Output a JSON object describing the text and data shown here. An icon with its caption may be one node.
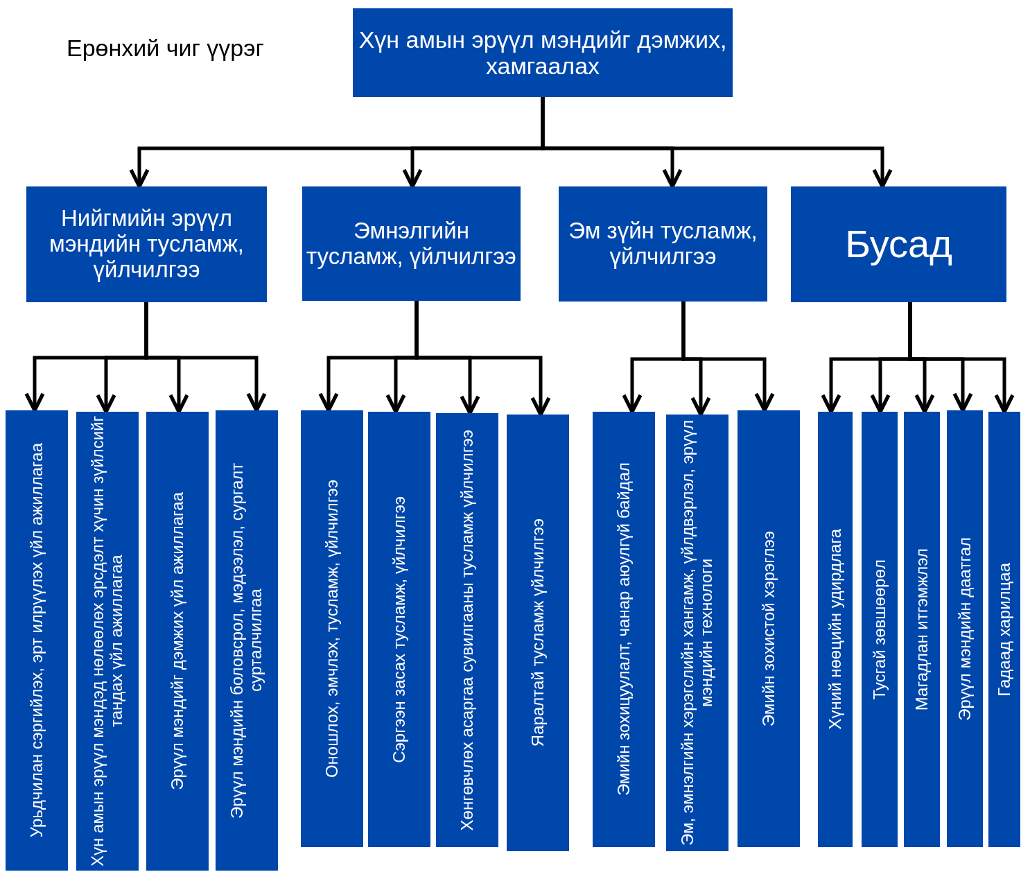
{
  "diagram": {
    "nodes": [
      {
        "text": [
          "Хүн амын эрүүл мэндийг дэмжих, хамгаалах"
        ]
      },
      {
        "text": [
          "Нийгмийн эрүүл мэндийн тусламж, үйлчилгээ"
        ]
      },
      {
        "text": [
          "Эмнэлгийн тусламж, үйлчилгээ"
        ]
      },
      {
        "text": [
          "Эм зүйн тусламж, үйлчилгээ"
        ]
      },
      {
        "text": [
          "Бусад"
        ]
      },
      {
        "text": [
          "Урьдчилан сэргийлэх, эрт илрүүлэх үйл ажиллагаа"
        ]
      },
      {
        "text": [
          "Хүн амын эрүүл мэндэд нөлөөлөх эрсдэлт хүчин зүйлсийг тандах үйл ажиллагаа"
        ]
      },
      {
        "text": [
          "Эрүүл мэндийг дэмжих үйл ажиллагаа"
        ]
      },
      {
        "text": [
          "Эрүүл мэндийн боловсрол, мэдээлэл, сургалт сурталчилгаа"
        ]
      },
      {
        "text": [
          "Оношлох, эмчлэх, тусламж, үйлчилгээ"
        ]
      },
      {
        "text": [
          "Сэргээн засах тусламж, үйлчилгээ"
        ]
      },
      {
        "text": [
          "Хөнгөвчлөх асаргаа сувилгааны тусламж үйлчилгээ"
        ]
      },
      {
        "text": [
          "Яаралтай тусламж үйлчилгээ"
        ]
      },
      {
        "text": [
          "Эмийн зохицуулалт, чанар аюулгүй байдал"
        ]
      },
      {
        "text": [
          "Эм, эмнэлгийн хэрэгслийн хангамж, үйлдвэрлэл, эрүүл мэндийн технологи"
        ]
      },
      {
        "text": [
          "Эмийн зохистой хэрэглээ"
        ]
      },
      {
        "text": [
          "Хүний нөөцийн удирдлага"
        ]
      },
      {
        "text": [
          "Тусгай зөвшөөрөл"
        ]
      },
      {
        "text": [
          "Магадлан итгэмжлэл"
        ]
      },
      {
        "text": [
          "Эрүүл мэндийн даатгал"
        ]
      },
      {
        "text": [
          "Гадаад харилцаа"
        ]
      }
    ],
    "edges": [
      {
        "from": 0,
        "to": 1,
        "arrow": "to"
      },
      {
        "from": 0,
        "to": 2,
        "arrow": "to"
      },
      {
        "from": 0,
        "to": 3,
        "arrow": "to"
      },
      {
        "from": 0,
        "to": 4,
        "arrow": "to"
      },
      {
        "from": 1,
        "to": 5,
        "arrow": "to"
      },
      {
        "from": 1,
        "to": 6,
        "arrow": "to"
      },
      {
        "from": 1,
        "to": 7,
        "arrow": "to"
      },
      {
        "from": 1,
        "to": 8,
        "arrow": "to"
      },
      {
        "from": 2,
        "to": 9,
        "arrow": "to"
      },
      {
        "from": 2,
        "to": 10,
        "arrow": "to"
      },
      {
        "from": 2,
        "to": 11,
        "arrow": "to"
      },
      {
        "from": 2,
        "to": 12,
        "arrow": "to"
      },
      {
        "from": 3,
        "to": 13,
        "arrow": "to"
      },
      {
        "from": 3,
        "to": 14,
        "arrow": "to"
      },
      {
        "from": 3,
        "to": 15,
        "arrow": "to"
      },
      {
        "from": 4,
        "to": 16,
        "arrow": "to"
      },
      {
        "from": 4,
        "to": 17,
        "arrow": "to"
      },
      {
        "from": 4,
        "to": 18,
        "arrow": "to"
      },
      {
        "from": 4,
        "to": 19,
        "arrow": "to"
      },
      {
        "from": 4,
        "to": 20,
        "arrow": "to"
      }
    ],
    "labels": [
      "Ерөнхий чиг үүрэг"
    ]
  }
}
